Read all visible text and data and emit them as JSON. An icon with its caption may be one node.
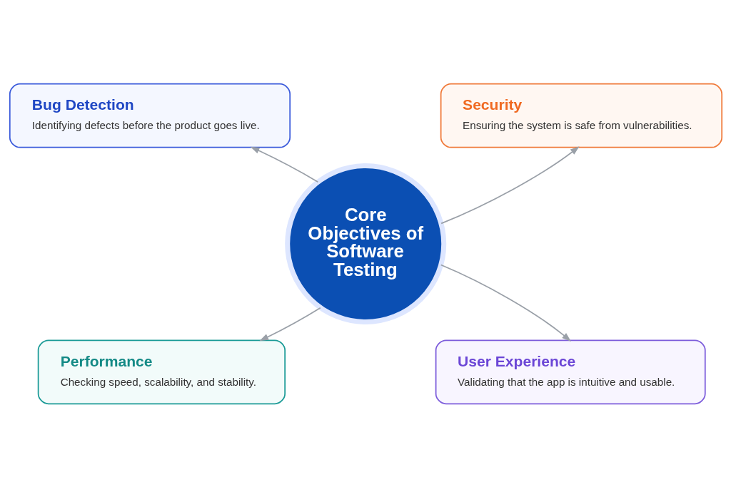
{
  "diagram": {
    "nodes": [
      {
        "text": [
          "Bug Detection",
          "Identifying defects before the product goes live."
        ]
      },
      {
        "text": [
          "Security",
          "Ensuring the system is safe from vulnerabilities."
        ]
      },
      {
        "text": [
          "Core Objectives of Software Testing"
        ]
      },
      {
        "text": [
          "Performance",
          "Checking speed, scalability, and stability."
        ]
      },
      {
        "text": [
          "User Experience",
          "Validating that the app is intuitive and usable."
        ]
      }
    ],
    "edges": [
      {
        "from": 2,
        "to": 0,
        "arrow": "to"
      },
      {
        "from": 2,
        "to": 1,
        "arrow": "to"
      },
      {
        "from": 2,
        "to": 3,
        "arrow": "to"
      },
      {
        "from": 2,
        "to": 4,
        "arrow": "to"
      }
    ]
  }
}
